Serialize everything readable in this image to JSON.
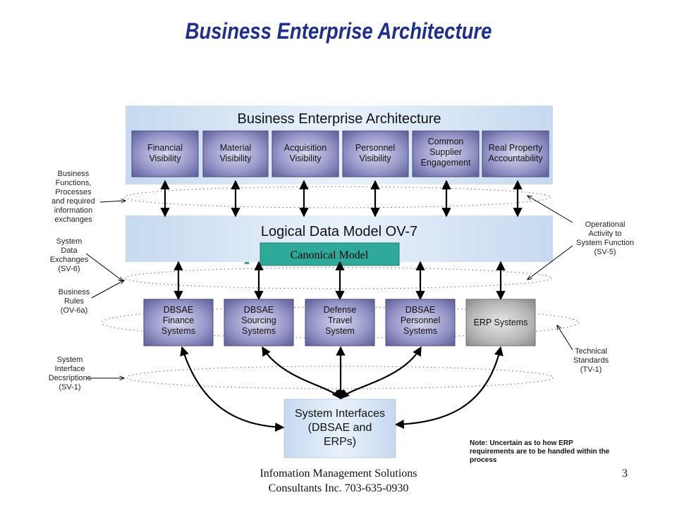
{
  "slide_title": "Business Enterprise Architecture",
  "top_panel": {
    "title": "Business Enterprise Architecture",
    "boxes": [
      [
        "Financial",
        "Visibility"
      ],
      [
        "Material",
        "Visibility"
      ],
      [
        "Acquisition",
        "Visibility"
      ],
      [
        "Personnel",
        "Visibility"
      ],
      [
        "Common",
        "Supplier",
        "Engagement"
      ],
      [
        "Real Property",
        "Accountability"
      ]
    ]
  },
  "middle_panel": {
    "title": "Logical Data Model OV-7",
    "overlay_label": "Canonical Model"
  },
  "systems": [
    [
      "DBSAE",
      "Finance",
      "Systems"
    ],
    [
      "DBSAE",
      "Sourcing",
      "Systems"
    ],
    [
      "Defense",
      "Travel",
      "System"
    ],
    [
      "DBSAE",
      "Personnel",
      "Systems"
    ],
    [
      "ERP Systems"
    ]
  ],
  "interfaces_box": [
    "System Interfaces",
    "(DBSAE and",
    "ERPs)"
  ],
  "side_labels": {
    "business_functions": [
      "Business",
      "Functions,",
      "Processes",
      "and required",
      "information",
      "exchanges"
    ],
    "system_data_exchanges": [
      "System",
      "Data",
      "Exchanges",
      "(SV-6)"
    ],
    "business_rules": [
      "Business",
      "Rules",
      "(OV-6a)"
    ],
    "system_interface_descriptions": [
      "System",
      "Interface",
      "Decsriptions",
      "(SV-1)"
    ],
    "operational_activity": [
      "Operational",
      "Activity to",
      "System Function",
      "(SV-5)"
    ],
    "technical_standards": [
      "Technical",
      "Standards",
      "(TV-1)"
    ]
  },
  "note": "Note: Uncertain as to how ERP requirements are to be handled within the process",
  "footer": {
    "line1": "Infomation Management Solutions",
    "line2": "Consultants Inc. 703-635-0930",
    "page_number": "3"
  },
  "colors": {
    "title": "#1f2f8f",
    "panel": "#d4e4f6",
    "box": "#6e6ea8",
    "erp_box": "#9a9a9a",
    "canonical": "#2ea99a"
  }
}
